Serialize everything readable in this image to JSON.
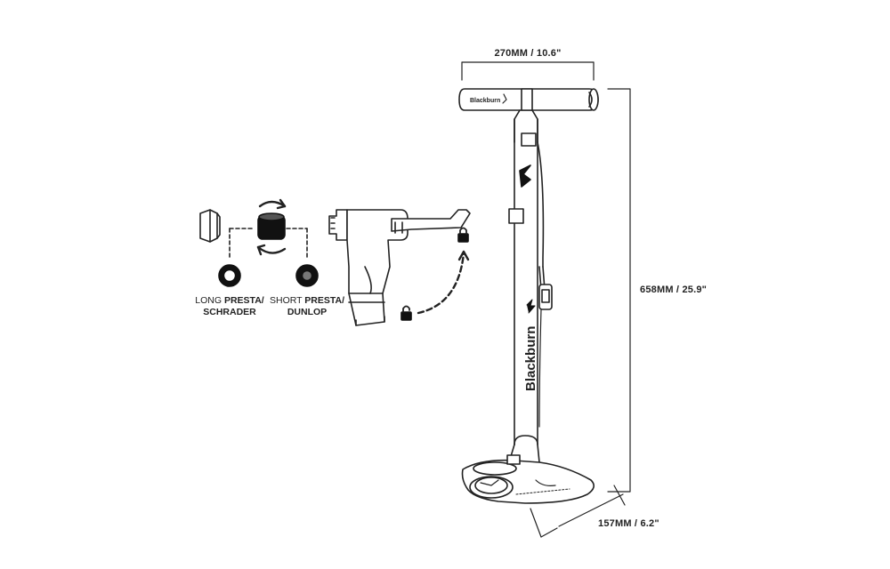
{
  "dimensions": {
    "width": "270MM / 10.6\"",
    "height": "658MM / 25.9\"",
    "base": "157MM / 6.2\""
  },
  "head_labels": {
    "long": {
      "light": "LONG ",
      "bold1": "PRESTA/",
      "bold2": "SCHRADER"
    },
    "short": {
      "light": "SHORT ",
      "bold1": "PRESTA/",
      "bold2": "DUNLOP"
    }
  },
  "logo": {
    "brand": "Blackburn",
    "handle_brand": "Blackburn"
  },
  "icons": [
    "padlock-open-icon",
    "padlock-closed-icon",
    "rotate-arrows-icon"
  ],
  "colors": {
    "ink": "#222222",
    "background": "#ffffff"
  }
}
